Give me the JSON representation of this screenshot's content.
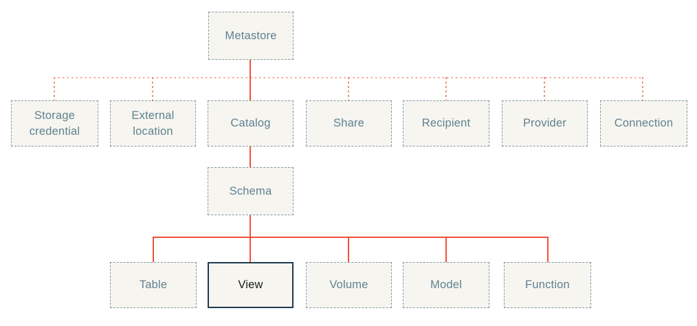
{
  "nodes": {
    "metastore": {
      "label": "Metastore"
    },
    "storage_credential": {
      "label": "Storage credential"
    },
    "external_location": {
      "label": "External location"
    },
    "catalog": {
      "label": "Catalog"
    },
    "share": {
      "label": "Share"
    },
    "recipient": {
      "label": "Recipient"
    },
    "provider": {
      "label": "Provider"
    },
    "connection": {
      "label": "Connection"
    },
    "schema": {
      "label": "Schema"
    },
    "table": {
      "label": "Table"
    },
    "view": {
      "label": "View",
      "selected": true
    },
    "volume": {
      "label": "Volume"
    },
    "model": {
      "label": "Model"
    },
    "function": {
      "label": "Function"
    }
  },
  "colors": {
    "background": "#ffffff",
    "box_fill": "#f7f5f0",
    "box_border": "#7d9aa4",
    "box_text": "#5f8191",
    "solid_edge": "#f1503a",
    "dotted_edge": "#f1907c",
    "dotted_bus": "#f6ab9d",
    "selected_border": "#1d3a4e",
    "selected_text": "#17191c"
  }
}
